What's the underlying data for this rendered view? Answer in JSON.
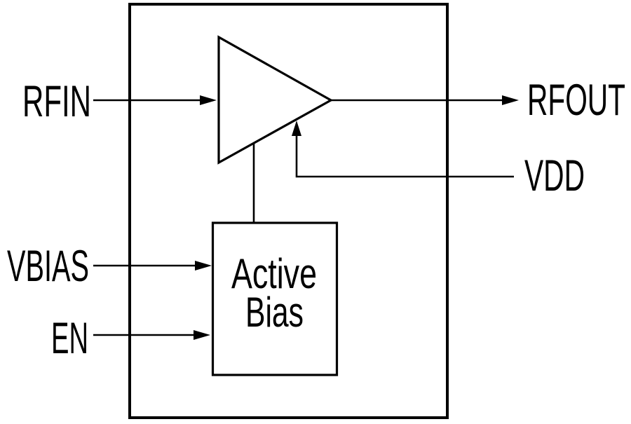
{
  "colors": {
    "ink": "#000000",
    "background": "#ffffff"
  },
  "ports": {
    "rfin": "RFIN",
    "rfout": "RFOUT",
    "vdd": "VDD",
    "vbias": "VBIAS",
    "en": "EN"
  },
  "blocks": {
    "active_bias": {
      "line1": "Active",
      "line2": "Bias"
    }
  }
}
